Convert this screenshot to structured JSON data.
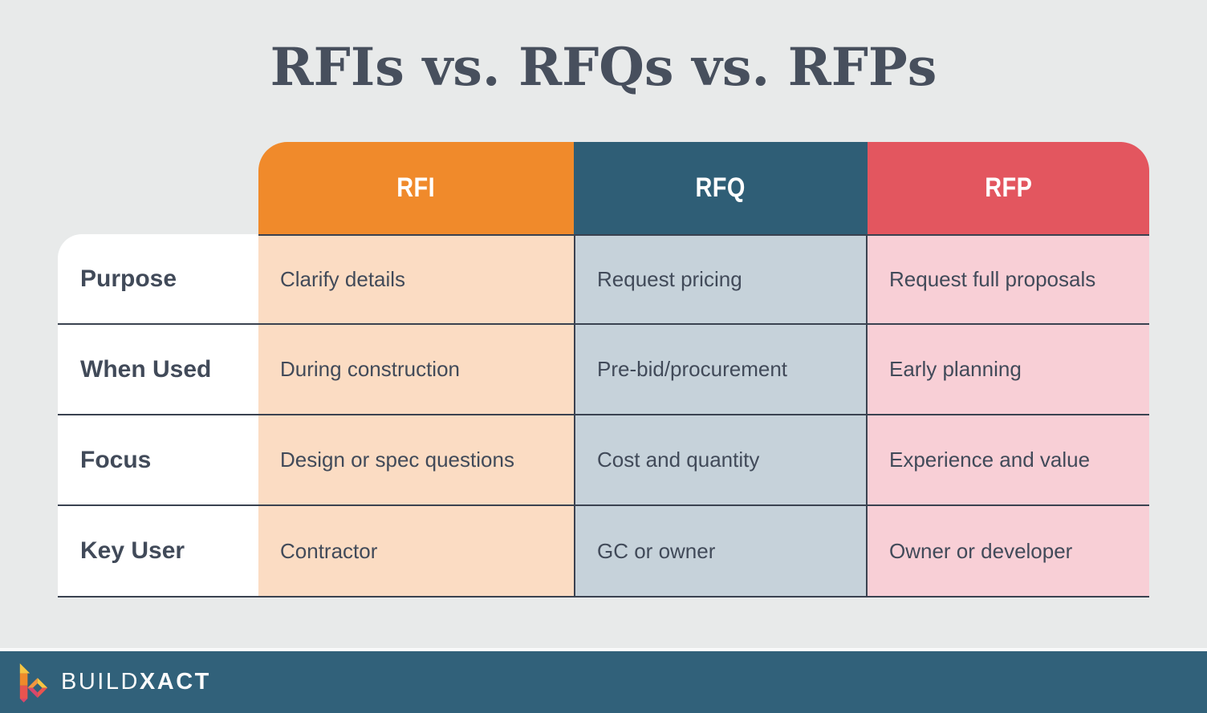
{
  "chart_data": {
    "type": "table",
    "title": "RFIs vs. RFQs vs. RFPs",
    "column_headers": [
      "RFI",
      "RFQ",
      "RFP"
    ],
    "row_headers": [
      "Purpose",
      "When Used",
      "Focus",
      "Key User"
    ],
    "cells": [
      [
        "Clarify details",
        "Request pricing",
        "Request full proposals"
      ],
      [
        "During construction",
        "Pre-bid/procurement",
        "Early planning"
      ],
      [
        "Design or spec questions",
        "Cost and quantity",
        "Experience and value"
      ],
      [
        "Contractor",
        "GC or owner",
        "Owner or developer"
      ]
    ],
    "layout_hints": {
      "row_header_column": "left, white background",
      "header_row": "colored rounded-top bar per column",
      "grid": "dark slate rules between rows and around middle column"
    }
  },
  "colors": {
    "background": "#E8EAEA",
    "title_text": "#474F5D",
    "table_border": "#3A4250",
    "body_text": "#414A59",
    "rfi_header": "#F08A2B",
    "rfi_cell": "#FBDCC3",
    "rfq_header": "#2F5E76",
    "rfq_cell": "#C6D2DA",
    "rfp_header": "#E3565F",
    "rfp_cell": "#F8CFD6",
    "footer_bar": "#31617A",
    "footer_text": "#FBFBFB",
    "logo_yellow": "#F6C543",
    "logo_orange": "#F08A2B",
    "logo_red": "#E8544F",
    "logo_magenta": "#D9476C"
  },
  "footer": {
    "brand_regular": "BUILD",
    "brand_bold": "XACT"
  }
}
